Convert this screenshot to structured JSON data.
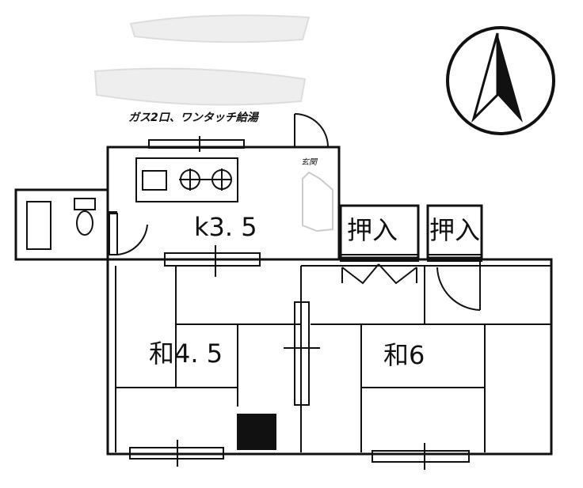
{
  "plan": {
    "kitchen_label": "k3. 5",
    "room_45_label": "和4. 5",
    "room_6_label": "和6",
    "closet_left_label": "押入",
    "closet_right_label": "押入",
    "entrance_label": "玄関",
    "gas_note": "ガス2口、ワンタッチ給湯"
  },
  "compass": {
    "icon": "north-arrow-icon"
  },
  "colors": {
    "line": "#111111",
    "background": "#ffffff"
  }
}
